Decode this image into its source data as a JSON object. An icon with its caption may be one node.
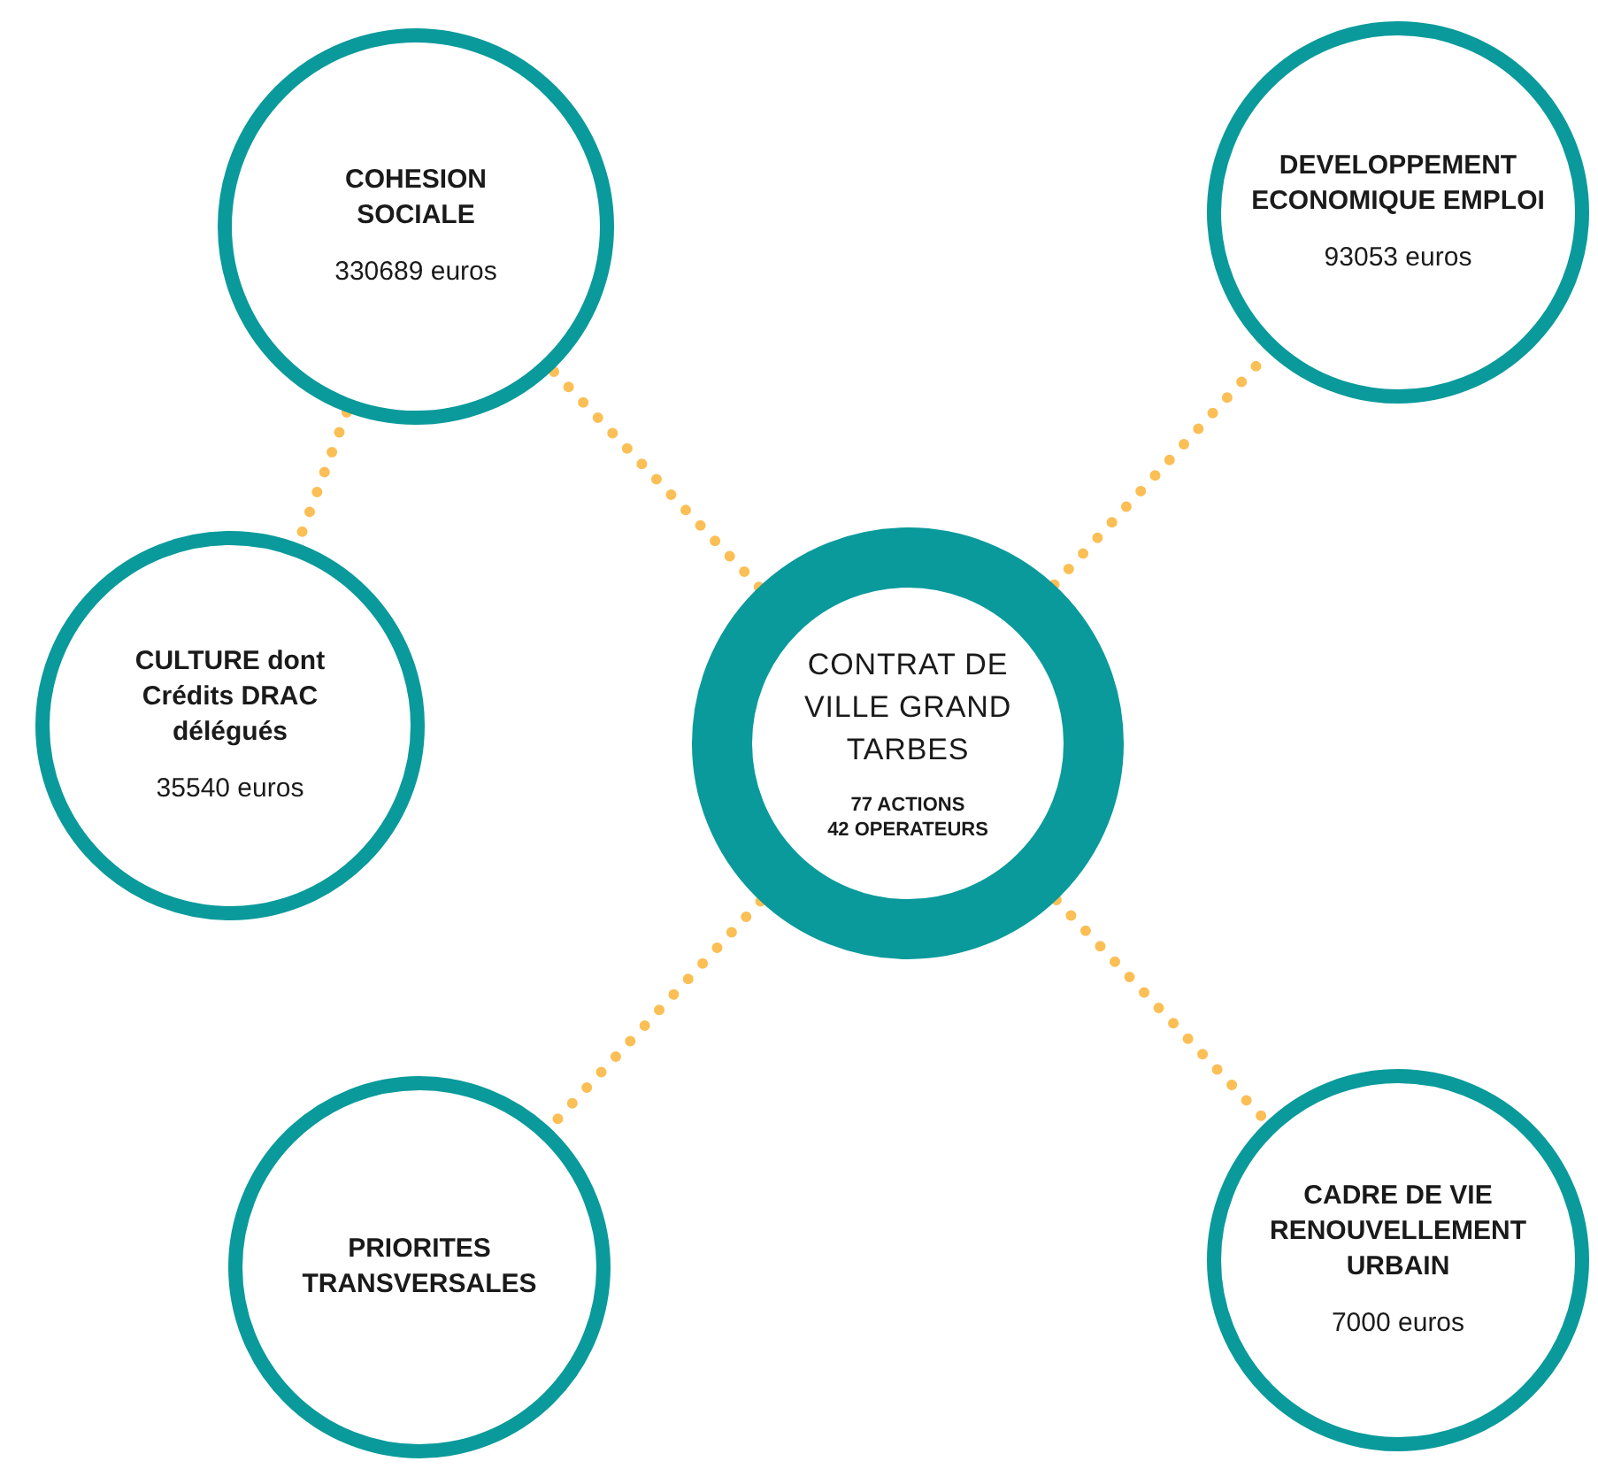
{
  "diagram": {
    "nodes": [
      {
        "text": [
          "COHESION SOCIALE",
          "330689 euros"
        ]
      },
      {
        "text": [
          "DEVELOPPEMENT ECONOMIQUE EMPLOI",
          "93053 euros"
        ]
      },
      {
        "text": [
          "CULTURE dont Crédits DRAC délégués",
          "35540 euros"
        ]
      },
      {
        "text": [
          "CONTRAT DE VILLE GRAND TARBES",
          "77 ACTIONS",
          "42 OPERATEURS"
        ]
      },
      {
        "text": [
          "PRIORITES TRANSVERSALES"
        ]
      },
      {
        "text": [
          "CADRE DE VIE RENOUVELLEMENT URBAIN",
          "7000 euros"
        ]
      }
    ],
    "edges": [
      {
        "from": 0,
        "to": 2,
        "arrow": "none"
      },
      {
        "from": 3,
        "to": 0,
        "arrow": "none"
      },
      {
        "from": 3,
        "to": 1,
        "arrow": "none"
      },
      {
        "from": 3,
        "to": 4,
        "arrow": "none"
      },
      {
        "from": 3,
        "to": 5,
        "arrow": "none"
      }
    ]
  }
}
